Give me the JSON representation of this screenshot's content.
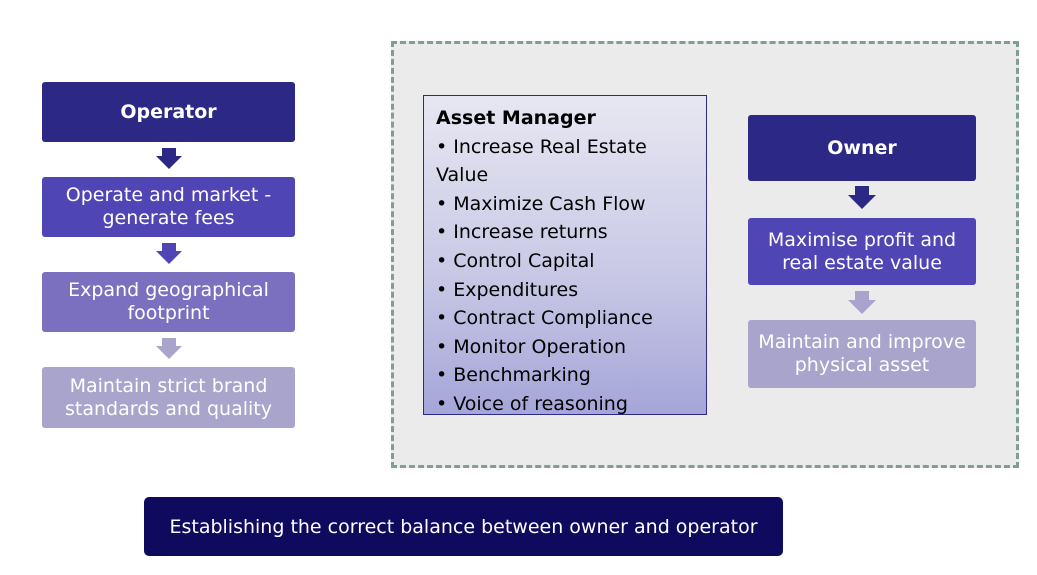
{
  "operator": {
    "title": "Operator",
    "steps": [
      "Operate and market - generate fees",
      "Expand geographical footprint",
      "Maintain strict brand standards and quality"
    ]
  },
  "asset_manager": {
    "title": "Asset Manager",
    "items": [
      "Increase Real Estate Value",
      "Maximize Cash Flow",
      "Increase returns",
      "Control Capital",
      "Expenditures",
      "Contract Compliance",
      "Monitor Operation",
      "Benchmarking",
      "Voice of reasoning"
    ]
  },
  "owner": {
    "title": "Owner",
    "steps": [
      "Maximise profit and real estate value",
      "Maintain and improve physical asset"
    ]
  },
  "banner": {
    "text": "Establishing the correct balance between owner and operator"
  },
  "colors": {
    "level1": "#2b2886",
    "level2": "#4f45b5",
    "level3": "#7a70bf",
    "level4": "#a8a4cc",
    "banner": "#0e0b5e",
    "dashed_border": "#7f9e94"
  }
}
